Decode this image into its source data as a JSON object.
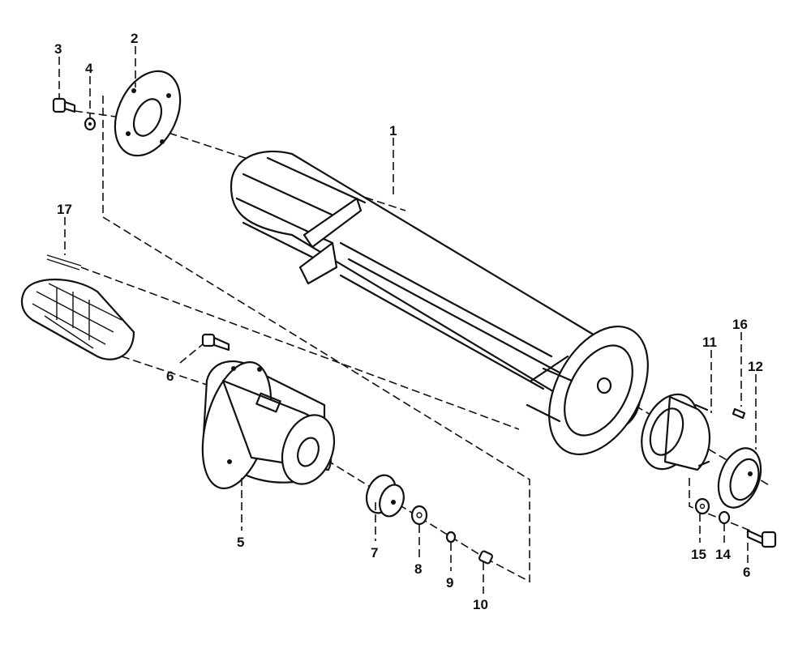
{
  "diagram": {
    "callouts": [
      "1",
      "2",
      "3",
      "4",
      "5",
      "6",
      "7",
      "8",
      "9",
      "10",
      "11",
      "12",
      "14",
      "15",
      "16",
      "17"
    ],
    "duplicate_callout_6": "6"
  }
}
